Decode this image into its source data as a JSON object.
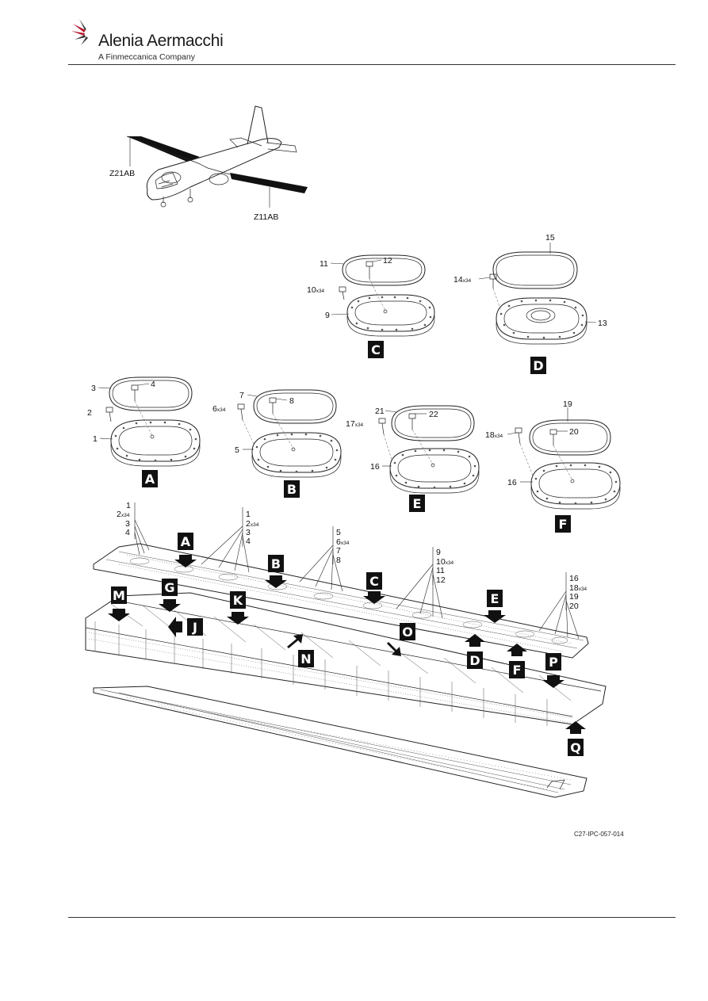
{
  "header": {
    "company_name": "Alenia Aermacchi",
    "company_sub": "A Finmeccanica Company"
  },
  "aircraft": {
    "zone_left": "Z21AB",
    "zone_right": "Z11AB"
  },
  "views": {
    "A": {
      "label": "A",
      "items": [
        "1",
        "2",
        "3",
        "4"
      ],
      "qty": [
        "",
        "",
        "",
        ""
      ]
    },
    "B": {
      "label": "B",
      "items": [
        "5",
        "6",
        "7",
        "8"
      ],
      "qty": [
        "",
        "x34",
        "",
        ""
      ]
    },
    "C": {
      "label": "C",
      "items": [
        "9",
        "10",
        "11",
        "12"
      ],
      "qty": [
        "",
        "x34",
        "",
        ""
      ]
    },
    "D": {
      "label": "D",
      "items": [
        "13",
        "14",
        "15"
      ],
      "qty": [
        "",
        "x34",
        ""
      ]
    },
    "E": {
      "label": "E",
      "items": [
        "16",
        "17",
        "21",
        "22"
      ],
      "qty": [
        "",
        "x34",
        "",
        ""
      ]
    },
    "F": {
      "label": "F",
      "items": [
        "16",
        "18",
        "19",
        "20"
      ],
      "qty": [
        "",
        "x34",
        "",
        ""
      ]
    }
  },
  "callouts": {
    "g1": {
      "lines": [
        "1",
        "2",
        "3",
        "4"
      ],
      "qty": [
        "",
        "x34",
        "",
        ""
      ]
    },
    "g2": {
      "lines": [
        "1",
        "2",
        "3",
        "4"
      ],
      "qty": [
        "",
        "x34",
        "",
        ""
      ]
    },
    "g3": {
      "lines": [
        "5",
        "6",
        "7",
        "8"
      ],
      "qty": [
        "",
        "x34",
        "",
        ""
      ]
    },
    "g4": {
      "lines": [
        "9",
        "10",
        "11",
        "12"
      ],
      "qty": [
        "",
        "x34",
        "",
        ""
      ]
    },
    "g5": {
      "lines": [
        "16",
        "18",
        "19",
        "20"
      ],
      "qty": [
        "",
        "x34",
        "",
        ""
      ]
    }
  },
  "wing_view_labels": {
    "top_panel": [
      "A",
      "B",
      "C",
      "E"
    ],
    "box": [
      "M",
      "G",
      "J",
      "K",
      "N",
      "O",
      "D",
      "F",
      "P",
      "Q"
    ]
  },
  "figure_ref": "C27-IPC-057-014"
}
